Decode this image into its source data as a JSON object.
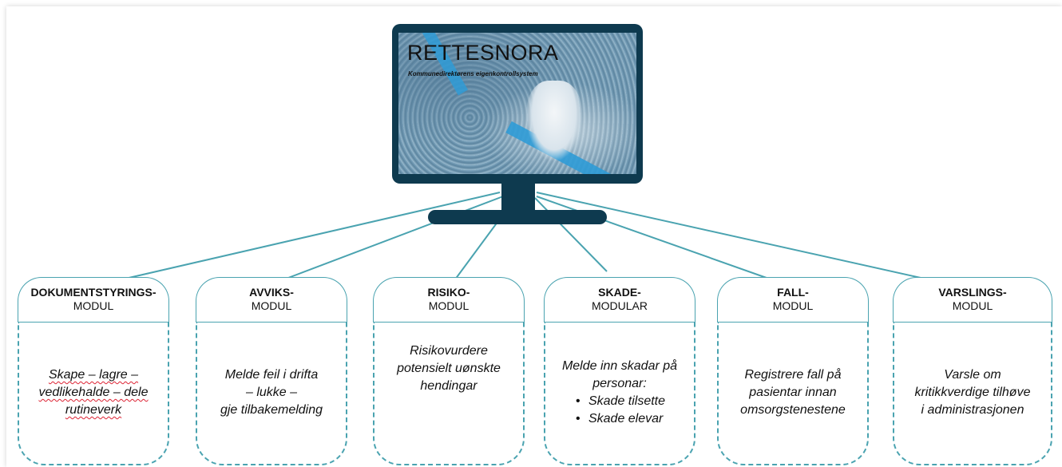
{
  "monitor": {
    "title": "RETTESNORA",
    "subtitle": "Kommunedirektørens eigenkontrollsystem"
  },
  "colors": {
    "monitor_frame": "#0e3a4f",
    "connector": "#4aa3b0",
    "module_border": "#4aa3b0"
  },
  "modules": [
    {
      "title": "DOKUMENTSTYRINGS-",
      "subtitle": "MODUL",
      "text_lines": [
        "Skape – lagre –",
        "vedlikehalde – dele",
        "rutineverk"
      ]
    },
    {
      "title": "AVVIKS-",
      "subtitle": "MODUL",
      "text_lines": [
        "Melde feil i drifta",
        "– lukke –",
        "gje tilbakemelding"
      ]
    },
    {
      "title": "RISIKO-",
      "subtitle": "MODUL",
      "text_lines": [
        "Risikovurdere",
        "potensielt uønskte",
        "hendingar"
      ]
    },
    {
      "title": "SKADE-",
      "subtitle": "MODULAR",
      "text_lines": [
        "Melde inn skadar på",
        "personar:"
      ],
      "bullets": [
        "Skade tilsette",
        "Skade elevar"
      ]
    },
    {
      "title": "FALL-",
      "subtitle": "MODUL",
      "text_lines": [
        "Registrere fall på",
        "pasientar innan",
        "omsorgstenestene"
      ]
    },
    {
      "title": "VARSLINGS-",
      "subtitle": "MODUL",
      "text_lines": [
        "Varsle om",
        "kritikkverdige tilhøve",
        "i administrasjonen"
      ]
    }
  ]
}
